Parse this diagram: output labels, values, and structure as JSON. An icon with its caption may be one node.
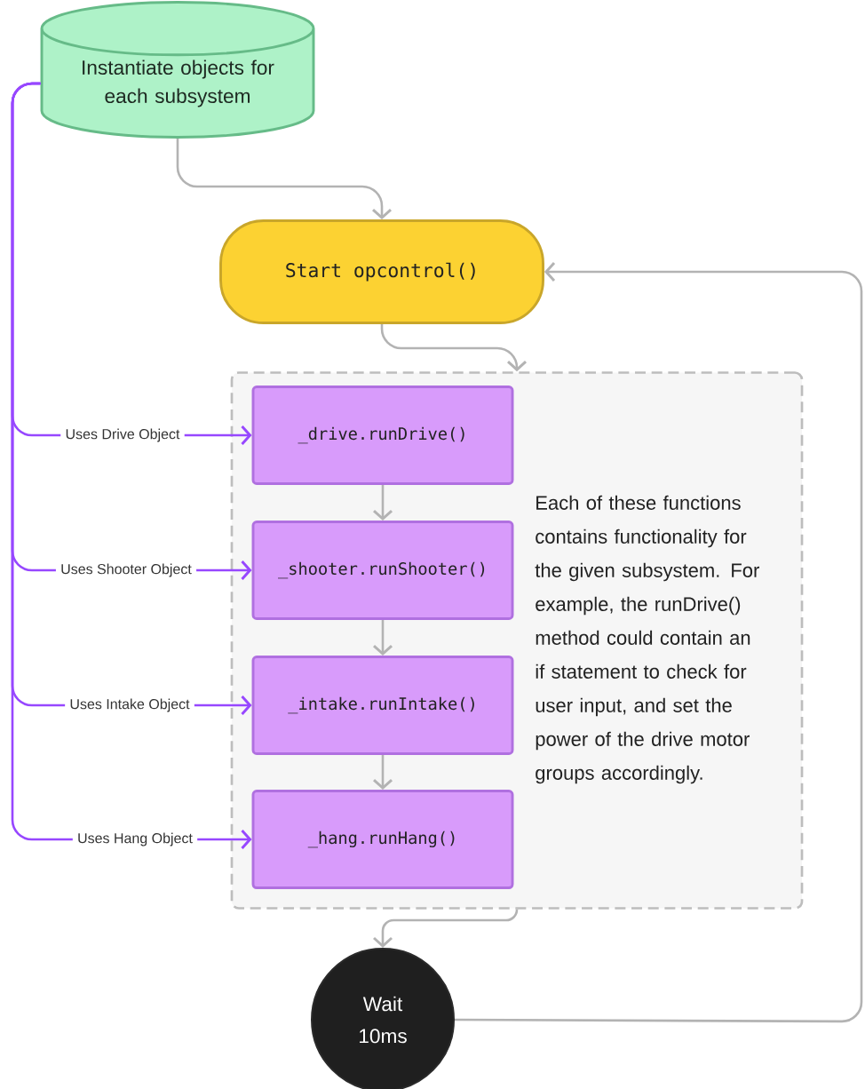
{
  "diagram": {
    "nodes": [
      {
        "text": [
          "Instantiate objects for each subsystem"
        ]
      },
      {
        "text": [
          "Start opcontrol()"
        ]
      },
      {
        "text": [
          "Each of these functions contains functionality for the given subsystem. For example, the runDrive() method could contain an if statement to check for user input, and set the power of the drive motor groups accordingly."
        ]
      },
      {
        "text": [
          "_drive.runDrive()"
        ],
        "in": 2
      },
      {
        "text": [
          "_shooter.runShooter()"
        ],
        "in": 2
      },
      {
        "text": [
          "_intake.runIntake()"
        ],
        "in": 2
      },
      {
        "text": [
          "_hang.runHang()"
        ],
        "in": 2
      },
      {
        "text": [
          "Uses Drive Object"
        ]
      },
      {
        "text": [
          "Uses Shooter Object"
        ]
      },
      {
        "text": [
          "Uses Intake Object"
        ]
      },
      {
        "text": [
          "Uses Hang Object"
        ]
      },
      {
        "text": [
          "Wait 10ms"
        ]
      }
    ],
    "edges": [
      {
        "from": 0,
        "to": 1,
        "arrow": "to",
        "color": "#b3b3b3"
      },
      {
        "from": 1,
        "to": 2,
        "arrow": "to",
        "color": "#b3b3b3"
      },
      {
        "from": 3,
        "to": 4,
        "arrow": "to",
        "color": "#b3b3b3"
      },
      {
        "from": 4,
        "to": 5,
        "arrow": "to",
        "color": "#b3b3b3"
      },
      {
        "from": 5,
        "to": 6,
        "arrow": "to",
        "color": "#b3b3b3"
      },
      {
        "from": 2,
        "to": 11,
        "arrow": "to",
        "color": "#b3b3b3"
      },
      {
        "from": 11,
        "to": 1,
        "arrow": "to",
        "color": "#b3b3b3"
      },
      {
        "from": 0,
        "to": 7,
        "arrow": "none"
      },
      {
        "from": 0,
        "to": 8,
        "arrow": "none"
      },
      {
        "from": 0,
        "to": 9,
        "arrow": "none"
      },
      {
        "from": 0,
        "to": 10,
        "arrow": "none"
      },
      {
        "from": 7,
        "to": 3,
        "arrow": "to"
      },
      {
        "from": 8,
        "to": 4,
        "arrow": "to"
      },
      {
        "from": 9,
        "to": 5,
        "arrow": "to"
      },
      {
        "from": 10,
        "to": 6,
        "arrow": "to"
      }
    ]
  }
}
